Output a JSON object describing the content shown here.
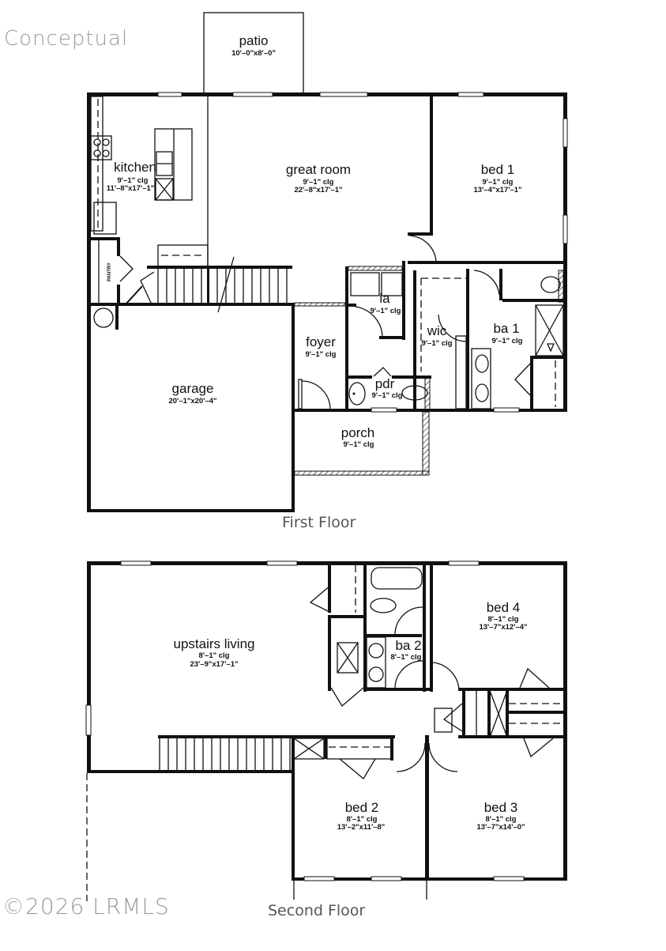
{
  "watermark": {
    "top": "Conceptual",
    "bottom": "©2026 LRMLS"
  },
  "first_floor": {
    "label": "First Floor",
    "rooms": {
      "patio": {
        "name": "patio",
        "dims": "10'–0\"x8'–0\""
      },
      "kitchen": {
        "name": "kitchen",
        "clg": "9'–1\"  clg",
        "dims": "11'–8\"x17'–1\""
      },
      "great_room": {
        "name": "great room",
        "clg": "9'–1\"  clg",
        "dims": "22'–8\"x17'–1\""
      },
      "bed1": {
        "name": "bed 1",
        "clg": "9'–1\"  clg",
        "dims": "13'–4\"x17'–1\""
      },
      "pantry": {
        "name": "PANTRY"
      },
      "la": {
        "name": "la",
        "clg": "9'–1\"  clg"
      },
      "wic": {
        "name": "wic",
        "clg": "9'–1\"  clg"
      },
      "ba1": {
        "name": "ba 1",
        "clg": "9'–1\"  clg"
      },
      "foyer": {
        "name": "foyer",
        "clg": "9'–1\"  clg"
      },
      "pdr": {
        "name": "pdr",
        "clg": "9'–1\"  clg"
      },
      "garage": {
        "name": "garage",
        "dims": "20'–1\"x20'–4\""
      },
      "porch": {
        "name": "porch",
        "clg": "9'–1\"  clg"
      }
    }
  },
  "second_floor": {
    "label": "Second Floor",
    "rooms": {
      "upstairs_living": {
        "name": "upstairs living",
        "clg": "8'–1\"  clg",
        "dims": "23'–9\"x17'–1\""
      },
      "bed4": {
        "name": "bed 4",
        "clg": "8'–1\"  clg",
        "dims": "13'–7\"x12'–4\""
      },
      "ba2": {
        "name": "ba 2",
        "clg": "8'–1\"  clg"
      },
      "bed2": {
        "name": "bed 2",
        "clg": "8'–1\"  clg",
        "dims": "13'–2\"x11'–8\""
      },
      "bed3": {
        "name": "bed 3",
        "clg": "8'–1\"  clg",
        "dims": "13'–7\"x14'–0\""
      }
    }
  },
  "colors": {
    "line": "#111111",
    "background": "#ffffff",
    "watermark": "#9a9a9a",
    "floor_label": "#555555"
  }
}
